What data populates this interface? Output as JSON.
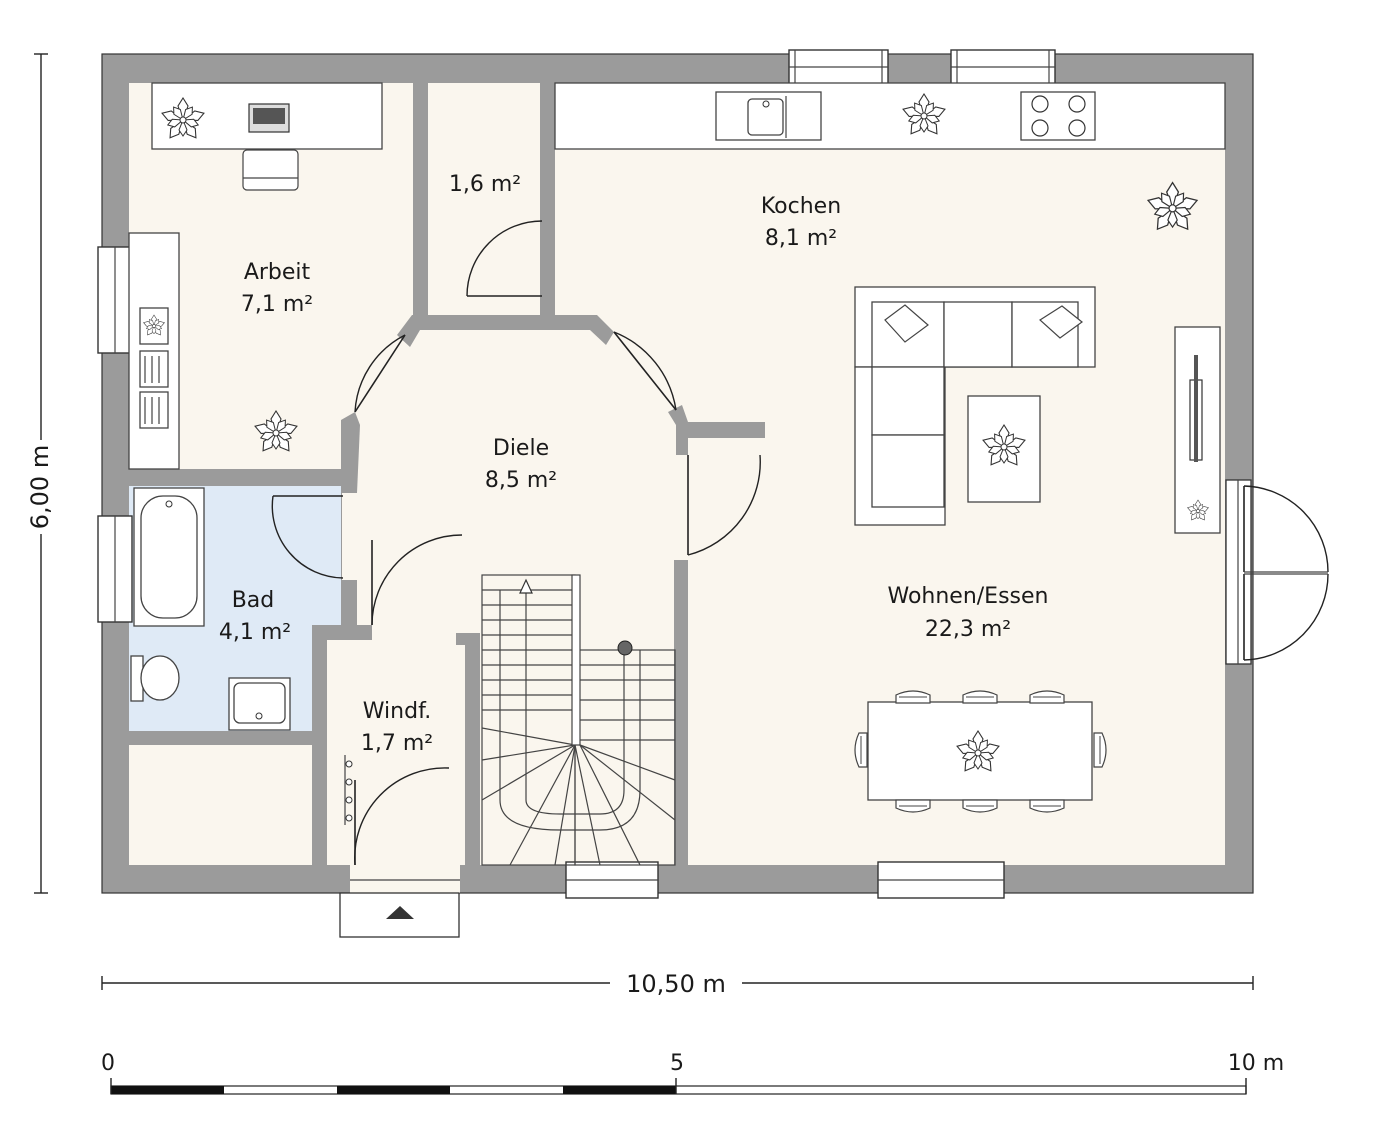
{
  "colors": {
    "wall": "#9b9b9b",
    "floor": "#faf6ee",
    "bath_floor": "#dfeaf6",
    "line": "#222222"
  },
  "rooms": [
    {
      "id": "arbeit",
      "name": "Arbeit",
      "area": "7,1 m²"
    },
    {
      "id": "abstell",
      "name": "",
      "area": "1,6 m²"
    },
    {
      "id": "kochen",
      "name": "Kochen",
      "area": "8,1 m²"
    },
    {
      "id": "diele",
      "name": "Diele",
      "area": "8,5 m²"
    },
    {
      "id": "bad",
      "name": "Bad",
      "area": "4,1 m²"
    },
    {
      "id": "windfang",
      "name": "Windf.",
      "area": "1,7 m²"
    },
    {
      "id": "wohnen",
      "name": "Wohnen/Essen",
      "area": "22,3 m²"
    }
  ],
  "dimensions": {
    "width": "10,50 m",
    "height": "6,00 m"
  },
  "scale_bar": {
    "labels": [
      "0",
      "5",
      "10 m"
    ]
  },
  "icons": [
    "plant-icon",
    "laptop-icon",
    "sink-icon",
    "cooktop-icon",
    "tv-icon",
    "entrance-arrow-icon"
  ]
}
